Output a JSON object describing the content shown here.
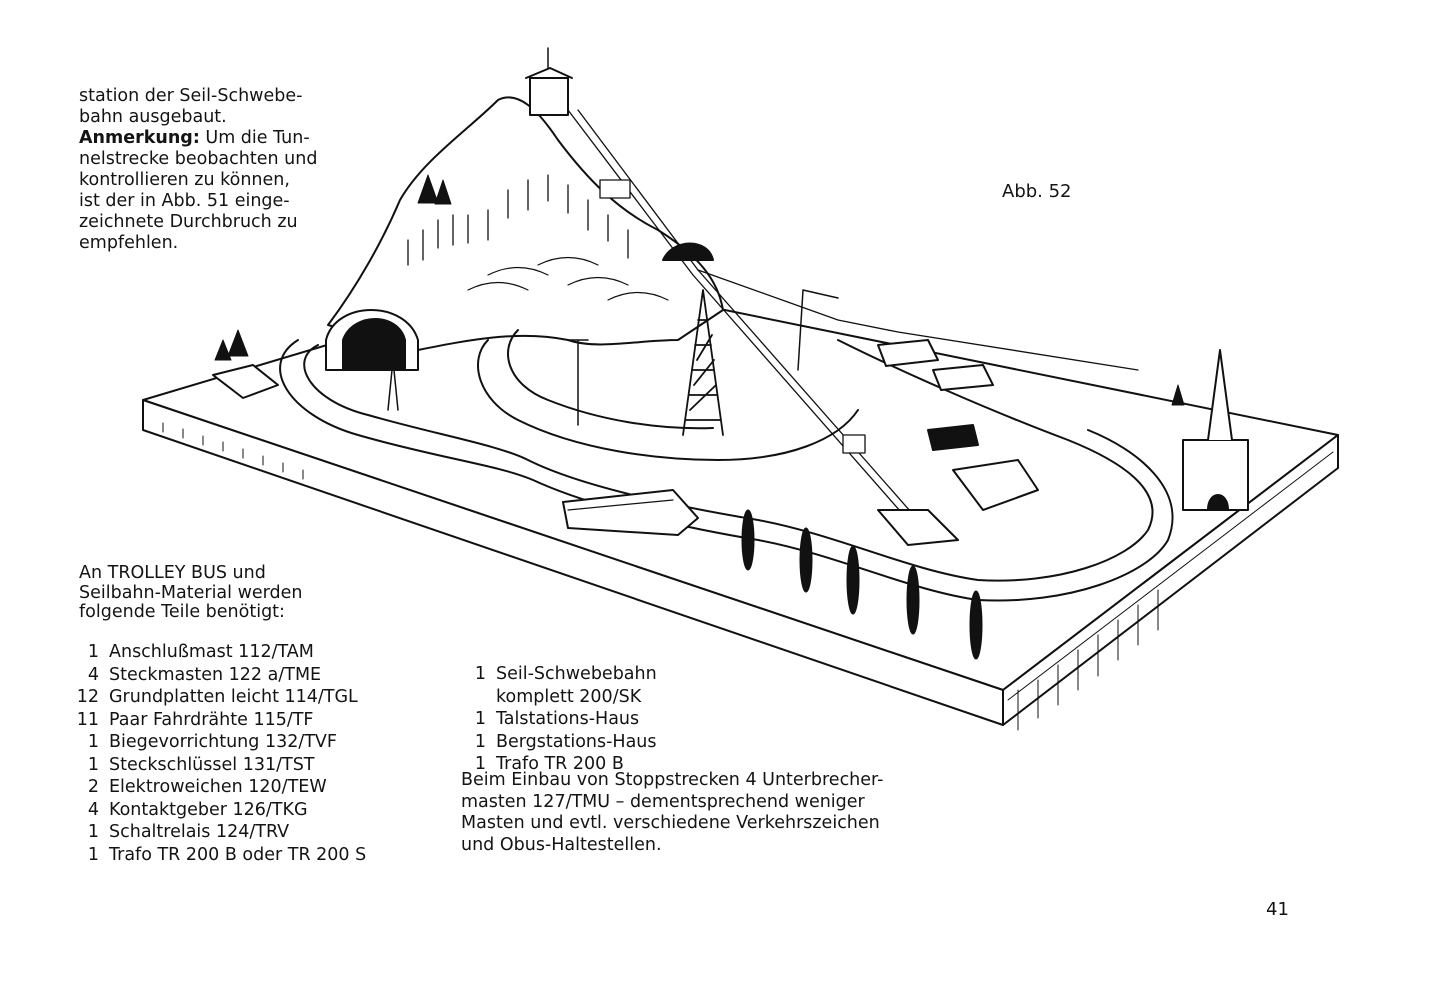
{
  "intro": {
    "line1": "station der Seil-Schwebe-",
    "line2": "bahn ausgebaut.",
    "note_label": "Anmerkung:",
    "note_text_1": " Um die Tun-",
    "line4": "nelstrecke beobachten und",
    "line5": "kontrollieren zu können,",
    "line6": "ist der in Abb. 51 einge-",
    "line7": "zeichnete Durchbruch zu",
    "line8": "empfehlen."
  },
  "figure": {
    "caption": "Abb. 52"
  },
  "parts_intro": {
    "line1": "An TROLLEY BUS und",
    "line2": "Seilbahn-Material werden",
    "line3": "folgende Teile benötigt:"
  },
  "parts_left": [
    {
      "qty": "1",
      "item": "Anschlußmast 112/TAM"
    },
    {
      "qty": "4",
      "item": "Steckmasten 122 a/TME"
    },
    {
      "qty": "12",
      "item": "Grundplatten leicht 114/TGL"
    },
    {
      "qty": "11",
      "item": "Paar Fahrdrähte 115/TF"
    },
    {
      "qty": "1",
      "item": "Biegevorrichtung 132/TVF"
    },
    {
      "qty": "1",
      "item": "Steckschlüssel 131/TST"
    },
    {
      "qty": "2",
      "item": "Elektroweichen 120/TEW"
    },
    {
      "qty": "4",
      "item": "Kontaktgeber 126/TKG"
    },
    {
      "qty": "1",
      "item": "Schaltrelais 124/TRV"
    },
    {
      "qty": "1",
      "item": "Trafo TR 200 B oder TR 200 S"
    }
  ],
  "parts_right": [
    {
      "qty": "1",
      "item": "Seil-Schwebebahn"
    },
    {
      "qty": "",
      "item": "komplett 200/SK"
    },
    {
      "qty": "1",
      "item": "Talstations-Haus"
    },
    {
      "qty": "1",
      "item": "Bergstations-Haus"
    },
    {
      "qty": "1",
      "item": "Trafo TR 200 B"
    }
  ],
  "stop_note": {
    "line1": "Beim Einbau von Stoppstrecken 4 Unterbrecher-",
    "line2": "masten 127/TMU – dementsprechend weniger",
    "line3": "Masten und evtl. verschiedene Verkehrszeichen",
    "line4": "und Obus-Haltestellen."
  },
  "page_number": "41"
}
